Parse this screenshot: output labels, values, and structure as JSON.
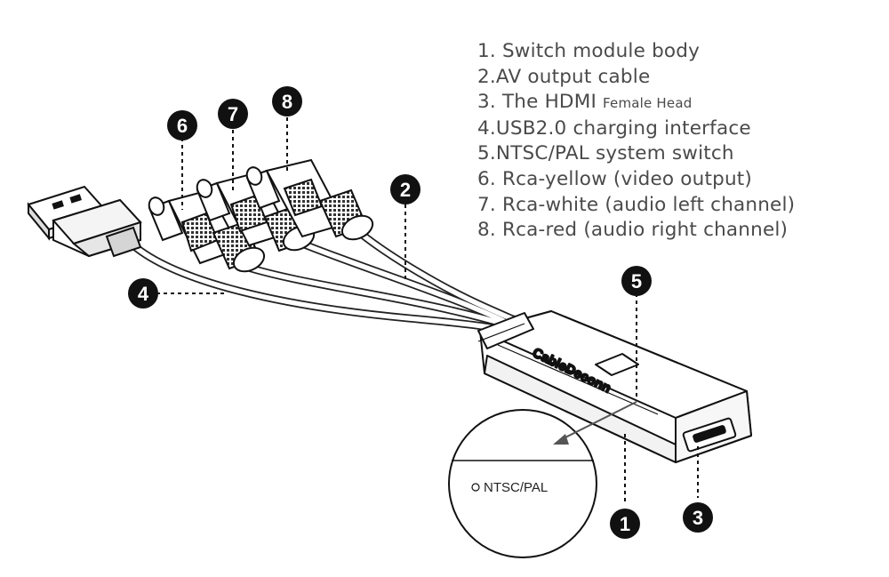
{
  "legend": {
    "items": [
      {
        "text": "1. Switch module body"
      },
      {
        "text": "2.AV output cable"
      },
      {
        "text": "3. The HDMI",
        "small": "Female Head"
      },
      {
        "text": "4.USB2.0 charging interface"
      },
      {
        "text": "5.NTSC/PAL system switch"
      },
      {
        "text": "6. Rca-yellow (video output)"
      },
      {
        "text": "7. Rca-white (audio left channel)"
      },
      {
        "text": "8. Rca-red (audio right channel)"
      }
    ]
  },
  "markers": {
    "m1": "1",
    "m2": "2",
    "m3": "3",
    "m4": "4",
    "m5": "5",
    "m6": "6",
    "m7": "7",
    "m8": "8"
  },
  "device": {
    "brand": "CableDeconn"
  },
  "inset": {
    "switch_label": "NTSC/PAL"
  },
  "colors": {
    "line_art": "#111111",
    "marker_fill": "#111111",
    "legend_text": "#4a4a4a"
  }
}
